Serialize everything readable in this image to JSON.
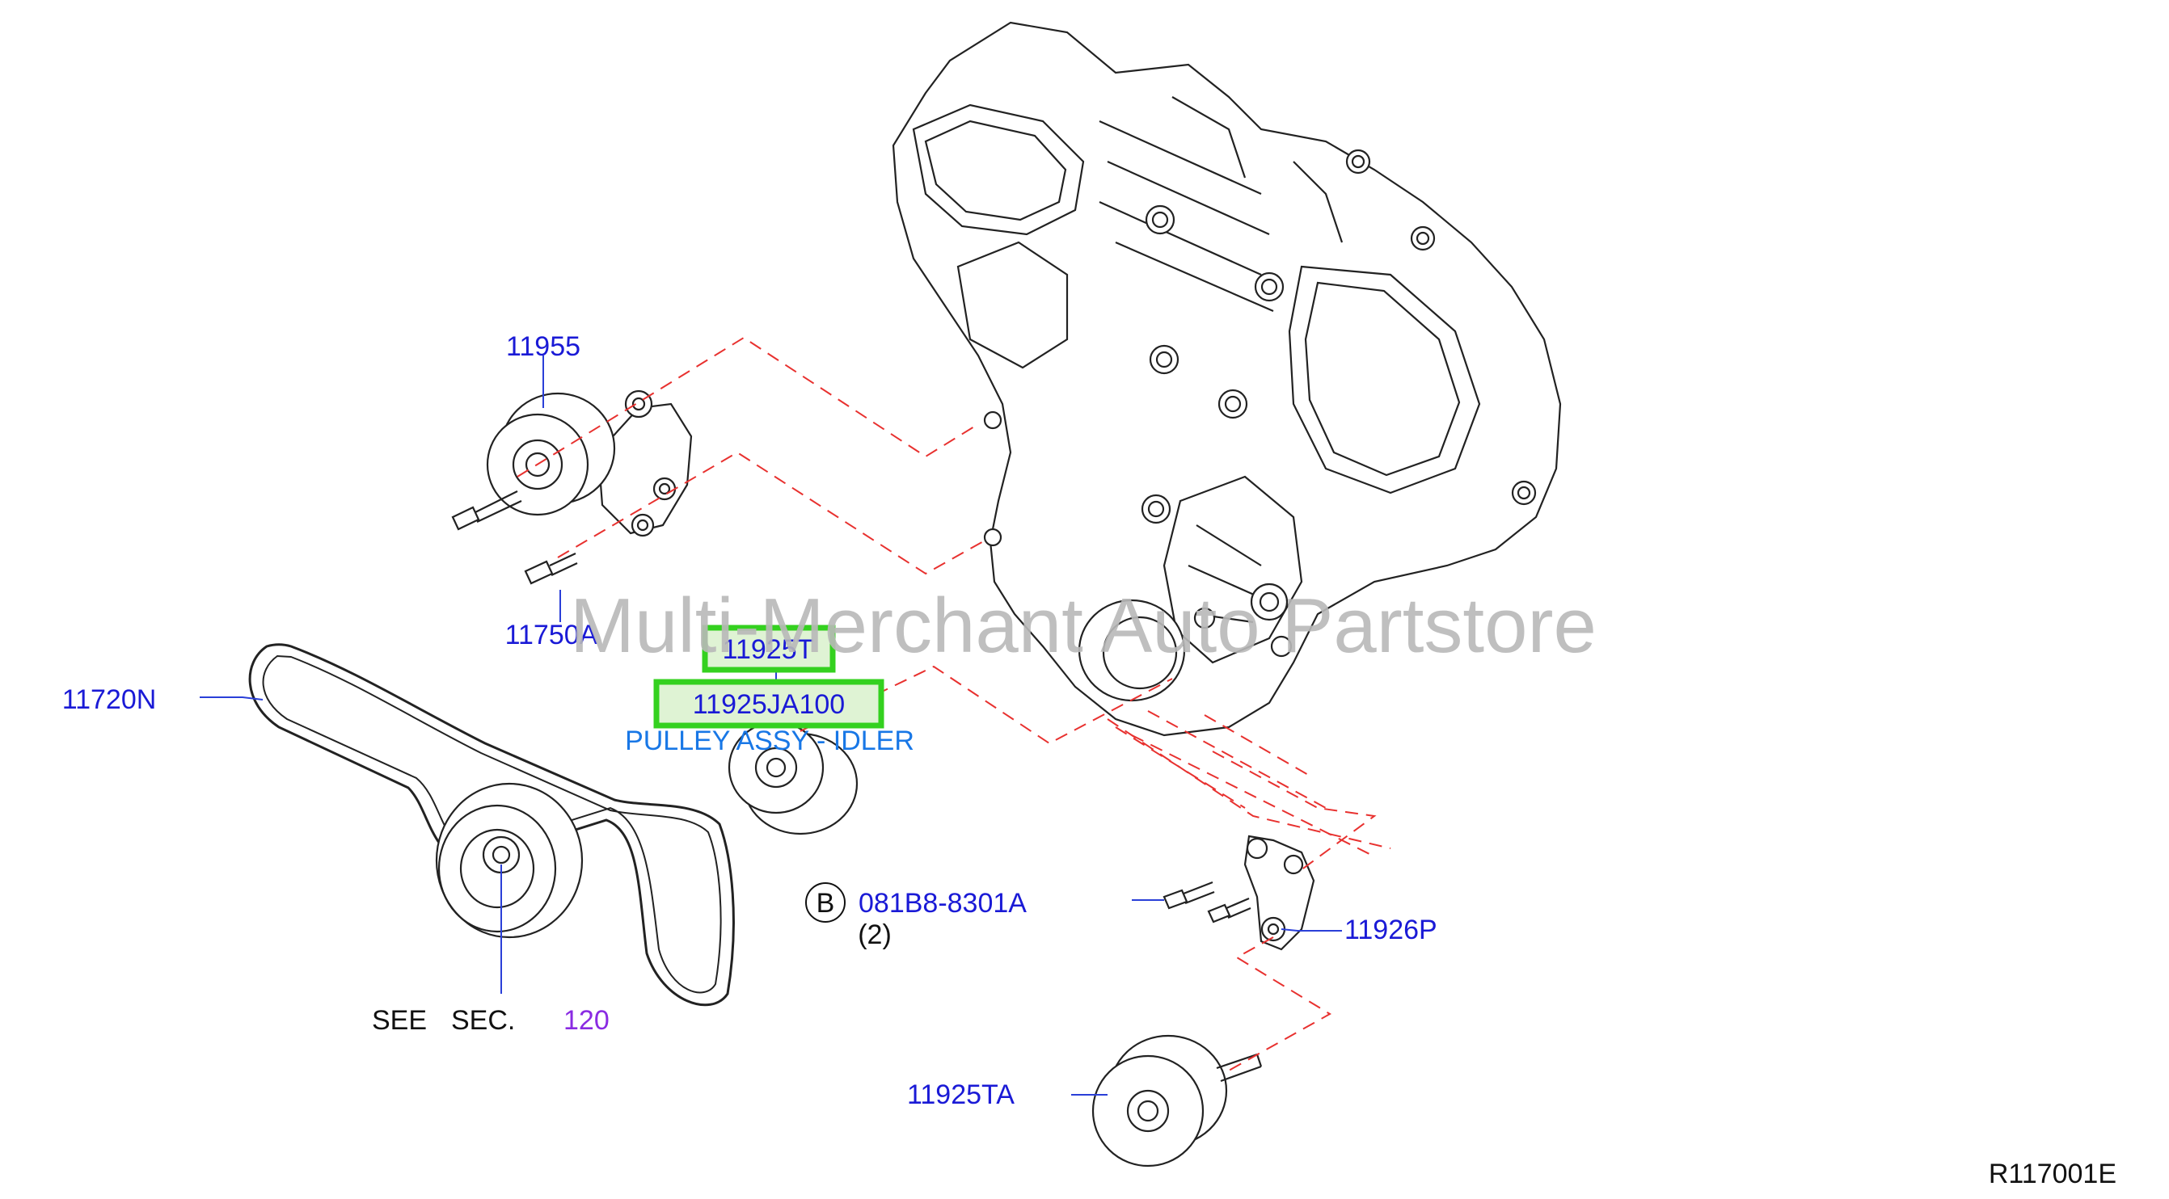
{
  "labels": {
    "p11955": "11955",
    "p11750A": "11750A",
    "p11720N": "11720N",
    "p11925T": "11925T",
    "p11925JA100": "11925JA100",
    "pulley_desc": "PULLEY ASSY - IDLER",
    "bolt_marker": "B",
    "p081B8": "081B8-8301A",
    "qty": "(2)",
    "p11926P": "11926P",
    "see": "SEE",
    "sec": "SEC.",
    "sec_num": "120",
    "p11925TA": "11925TA",
    "diagram_id": "R117001E"
  },
  "watermark": "Multi-Merchant Auto Partstore",
  "colors": {
    "part_label": "#1a1ad6",
    "description": "#1877e6",
    "section_ref": "#8a2be2",
    "dashed_lead": "#e8312f",
    "highlight_border": "#34d11f",
    "highlight_fill": "#dff3d4"
  }
}
